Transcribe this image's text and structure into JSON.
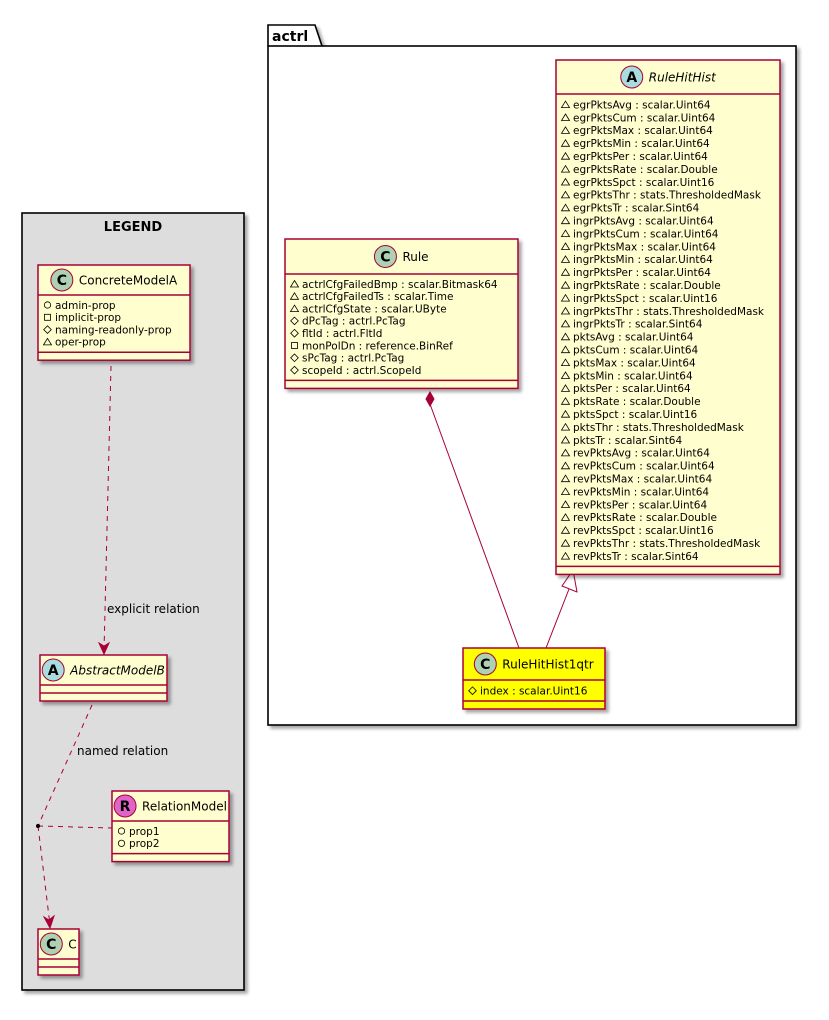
{
  "package": {
    "name": "actrl"
  },
  "legend": {
    "title": "LEGEND",
    "concrete": {
      "stereo": "C",
      "name": "ConcreteModelA",
      "attrs": [
        {
          "vis": "public",
          "text": "admin-prop"
        },
        {
          "vis": "private",
          "text": "implicit-prop"
        },
        {
          "vis": "protected",
          "text": "naming-readonly-prop"
        },
        {
          "vis": "package",
          "text": "oper-prop"
        }
      ]
    },
    "abstract": {
      "stereo": "A",
      "name": "AbstractModelB"
    },
    "relation_model": {
      "stereo": "R",
      "name": "RelationModel",
      "attrs": [
        {
          "vis": "public",
          "text": "prop1"
        },
        {
          "vis": "public",
          "text": "prop2"
        }
      ]
    },
    "c": {
      "stereo": "C",
      "name": "C"
    },
    "explicit_label": "explicit relation",
    "named_label": "named relation"
  },
  "rule": {
    "stereo": "C",
    "name": "Rule",
    "attrs": [
      {
        "vis": "package",
        "text": "actrlCfgFailedBmp : scalar.Bitmask64"
      },
      {
        "vis": "package",
        "text": "actrlCfgFailedTs : scalar.Time"
      },
      {
        "vis": "package",
        "text": "actrlCfgState : scalar.UByte"
      },
      {
        "vis": "protected",
        "text": "dPcTag : actrl.PcTag"
      },
      {
        "vis": "protected",
        "text": "fltId : actrl.FltId"
      },
      {
        "vis": "private",
        "text": "monPolDn : reference.BinRef"
      },
      {
        "vis": "protected",
        "text": "sPcTag : actrl.PcTag"
      },
      {
        "vis": "protected",
        "text": "scopeId : actrl.ScopeId"
      }
    ]
  },
  "rule_hit_hist": {
    "stereo": "A",
    "name": "RuleHitHist",
    "attrs": [
      {
        "vis": "package",
        "text": "egrPktsAvg : scalar.Uint64"
      },
      {
        "vis": "package",
        "text": "egrPktsCum : scalar.Uint64"
      },
      {
        "vis": "package",
        "text": "egrPktsMax : scalar.Uint64"
      },
      {
        "vis": "package",
        "text": "egrPktsMin : scalar.Uint64"
      },
      {
        "vis": "package",
        "text": "egrPktsPer : scalar.Uint64"
      },
      {
        "vis": "package",
        "text": "egrPktsRate : scalar.Double"
      },
      {
        "vis": "package",
        "text": "egrPktsSpct : scalar.Uint16"
      },
      {
        "vis": "package",
        "text": "egrPktsThr : stats.ThresholdedMask"
      },
      {
        "vis": "package",
        "text": "egrPktsTr : scalar.Sint64"
      },
      {
        "vis": "package",
        "text": "ingrPktsAvg : scalar.Uint64"
      },
      {
        "vis": "package",
        "text": "ingrPktsCum : scalar.Uint64"
      },
      {
        "vis": "package",
        "text": "ingrPktsMax : scalar.Uint64"
      },
      {
        "vis": "package",
        "text": "ingrPktsMin : scalar.Uint64"
      },
      {
        "vis": "package",
        "text": "ingrPktsPer : scalar.Uint64"
      },
      {
        "vis": "package",
        "text": "ingrPktsRate : scalar.Double"
      },
      {
        "vis": "package",
        "text": "ingrPktsSpct : scalar.Uint16"
      },
      {
        "vis": "package",
        "text": "ingrPktsThr : stats.ThresholdedMask"
      },
      {
        "vis": "package",
        "text": "ingrPktsTr : scalar.Sint64"
      },
      {
        "vis": "package",
        "text": "pktsAvg : scalar.Uint64"
      },
      {
        "vis": "package",
        "text": "pktsCum : scalar.Uint64"
      },
      {
        "vis": "package",
        "text": "pktsMax : scalar.Uint64"
      },
      {
        "vis": "package",
        "text": "pktsMin : scalar.Uint64"
      },
      {
        "vis": "package",
        "text": "pktsPer : scalar.Uint64"
      },
      {
        "vis": "package",
        "text": "pktsRate : scalar.Double"
      },
      {
        "vis": "package",
        "text": "pktsSpct : scalar.Uint16"
      },
      {
        "vis": "package",
        "text": "pktsThr : stats.ThresholdedMask"
      },
      {
        "vis": "package",
        "text": "pktsTr : scalar.Sint64"
      },
      {
        "vis": "package",
        "text": "revPktsAvg : scalar.Uint64"
      },
      {
        "vis": "package",
        "text": "revPktsCum : scalar.Uint64"
      },
      {
        "vis": "package",
        "text": "revPktsMax : scalar.Uint64"
      },
      {
        "vis": "package",
        "text": "revPktsMin : scalar.Uint64"
      },
      {
        "vis": "package",
        "text": "revPktsPer : scalar.Uint64"
      },
      {
        "vis": "package",
        "text": "revPktsRate : scalar.Double"
      },
      {
        "vis": "package",
        "text": "revPktsSpct : scalar.Uint16"
      },
      {
        "vis": "package",
        "text": "revPktsThr : stats.ThresholdedMask"
      },
      {
        "vis": "package",
        "text": "revPktsTr : scalar.Sint64"
      }
    ]
  },
  "rule_hit_hist_1qtr": {
    "stereo": "C",
    "name": "RuleHitHist1qtr",
    "attrs": [
      {
        "vis": "protected",
        "text": "index : scalar.Uint16"
      }
    ]
  },
  "colors": {
    "class_fill": "#FEFECE",
    "class_border": "#A80036",
    "highlight_fill": "#FFFF00",
    "legend_fill": "#DDDDDD",
    "circle_c": "#ADD1B2",
    "circle_a": "#A9DCDF",
    "circle_r": "#E064C7",
    "relation": "#A80036"
  }
}
